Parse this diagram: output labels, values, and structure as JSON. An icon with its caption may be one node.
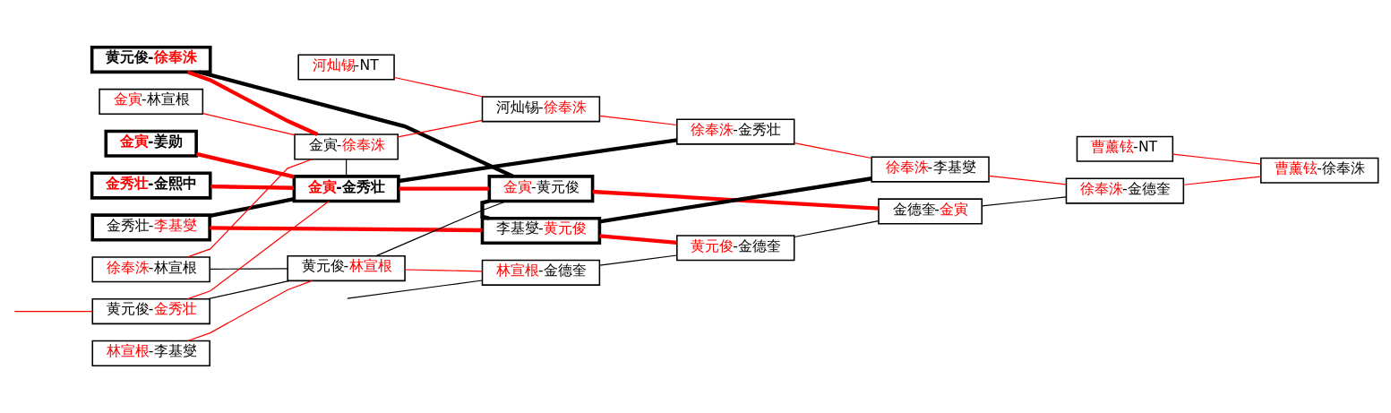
{
  "diagram": {
    "nodes": [
      {
        "text": [
          "黄元俊-徐奉洙"
        ]
      },
      {
        "text": [
          "金寅-林宣根"
        ]
      },
      {
        "text": [
          "金寅-姜勋"
        ]
      },
      {
        "text": [
          "金秀壮-金熙中"
        ]
      },
      {
        "text": [
          "金秀壮-李基燮"
        ]
      },
      {
        "text": [
          "徐奉洙-林宣根"
        ]
      },
      {
        "text": [
          "黄元俊-金秀壮"
        ]
      },
      {
        "text": [
          "林宣根-李基燮"
        ]
      },
      {
        "text": [
          "金寅-徐奉洙"
        ]
      },
      {
        "text": [
          "河灿锡-NT"
        ]
      },
      {
        "text": [
          "金寅-金秀壮"
        ]
      },
      {
        "text": [
          "黄元俊-林宣根"
        ]
      },
      {
        "text": [
          "河灿锡-徐奉洙"
        ]
      },
      {
        "text": [
          "金寅-黄元俊"
        ]
      },
      {
        "text": [
          "李基燮-黄元俊"
        ]
      },
      {
        "text": [
          "林宣根-金德奎"
        ]
      },
      {
        "text": [
          "徐奉洙-金秀壮"
        ]
      },
      {
        "text": [
          "黄元俊-金德奎"
        ]
      },
      {
        "text": [
          "徐奉洙-李基燮"
        ]
      },
      {
        "text": [
          "金德奎-金寅"
        ]
      },
      {
        "text": [
          "曹薰铉-NT"
        ]
      },
      {
        "text": [
          "徐奉洙-金德奎"
        ]
      },
      {
        "text": [
          "曹薰铉-徐奉洙"
        ]
      }
    ],
    "edges": [
      {
        "from": null,
        "to": 6,
        "arrow": "none"
      },
      {
        "from": null,
        "to": 15,
        "arrow": "none",
        "color": "#000000"
      },
      {
        "from": 0,
        "to": 8,
        "arrow": "none",
        "style": "thick"
      },
      {
        "from": 0,
        "to": 13,
        "arrow": "none",
        "style": "thick",
        "color": "#000000"
      },
      {
        "from": 1,
        "to": 8,
        "arrow": "none"
      },
      {
        "from": 2,
        "to": 10,
        "arrow": "none",
        "style": "thick"
      },
      {
        "from": 3,
        "to": 10,
        "arrow": "none",
        "style": "thick"
      },
      {
        "from": 4,
        "to": 10,
        "arrow": "none",
        "style": "thick",
        "color": "#000000"
      },
      {
        "from": 4,
        "to": 14,
        "arrow": "none",
        "style": "thick"
      },
      {
        "from": 5,
        "to": 8,
        "arrow": "none"
      },
      {
        "from": 5,
        "to": 11,
        "arrow": "none",
        "color": "#000000"
      },
      {
        "from": 6,
        "to": 10,
        "arrow": "none"
      },
      {
        "from": 6,
        "to": 11,
        "arrow": "none",
        "color": "#000000"
      },
      {
        "from": 7,
        "to": 11,
        "arrow": "none"
      },
      {
        "from": 8,
        "to": 12,
        "arrow": "none"
      },
      {
        "from": 8,
        "to": 10,
        "arrow": "none",
        "color": "#000000"
      },
      {
        "from": 9,
        "to": 12,
        "arrow": "none"
      },
      {
        "from": 10,
        "to": 13,
        "arrow": "none",
        "style": "thick"
      },
      {
        "from": 10,
        "to": 16,
        "arrow": "none",
        "style": "thick",
        "color": "#000000"
      },
      {
        "from": 11,
        "to": 15,
        "arrow": "none"
      },
      {
        "from": 11,
        "to": 13,
        "arrow": "none",
        "color": "#000000"
      },
      {
        "from": 12,
        "to": 16,
        "arrow": "none"
      },
      {
        "from": 13,
        "to": 19,
        "arrow": "none",
        "style": "thick"
      },
      {
        "from": 13,
        "to": 14,
        "arrow": "none",
        "style": "thick",
        "color": "#000000"
      },
      {
        "from": 14,
        "to": 17,
        "arrow": "none",
        "style": "thick"
      },
      {
        "from": 14,
        "to": 18,
        "arrow": "none",
        "style": "thick",
        "color": "#000000"
      },
      {
        "from": 15,
        "to": 17,
        "arrow": "none",
        "color": "#000000"
      },
      {
        "from": 16,
        "to": 18,
        "arrow": "none"
      },
      {
        "from": 17,
        "to": 19,
        "arrow": "none",
        "color": "#000000"
      },
      {
        "from": 18,
        "to": 21,
        "arrow": "none"
      },
      {
        "from": 19,
        "to": 21,
        "arrow": "none",
        "color": "#000000"
      },
      {
        "from": 21,
        "to": 22,
        "arrow": "none"
      },
      {
        "from": 20,
        "to": 22,
        "arrow": "none"
      }
    ]
  }
}
